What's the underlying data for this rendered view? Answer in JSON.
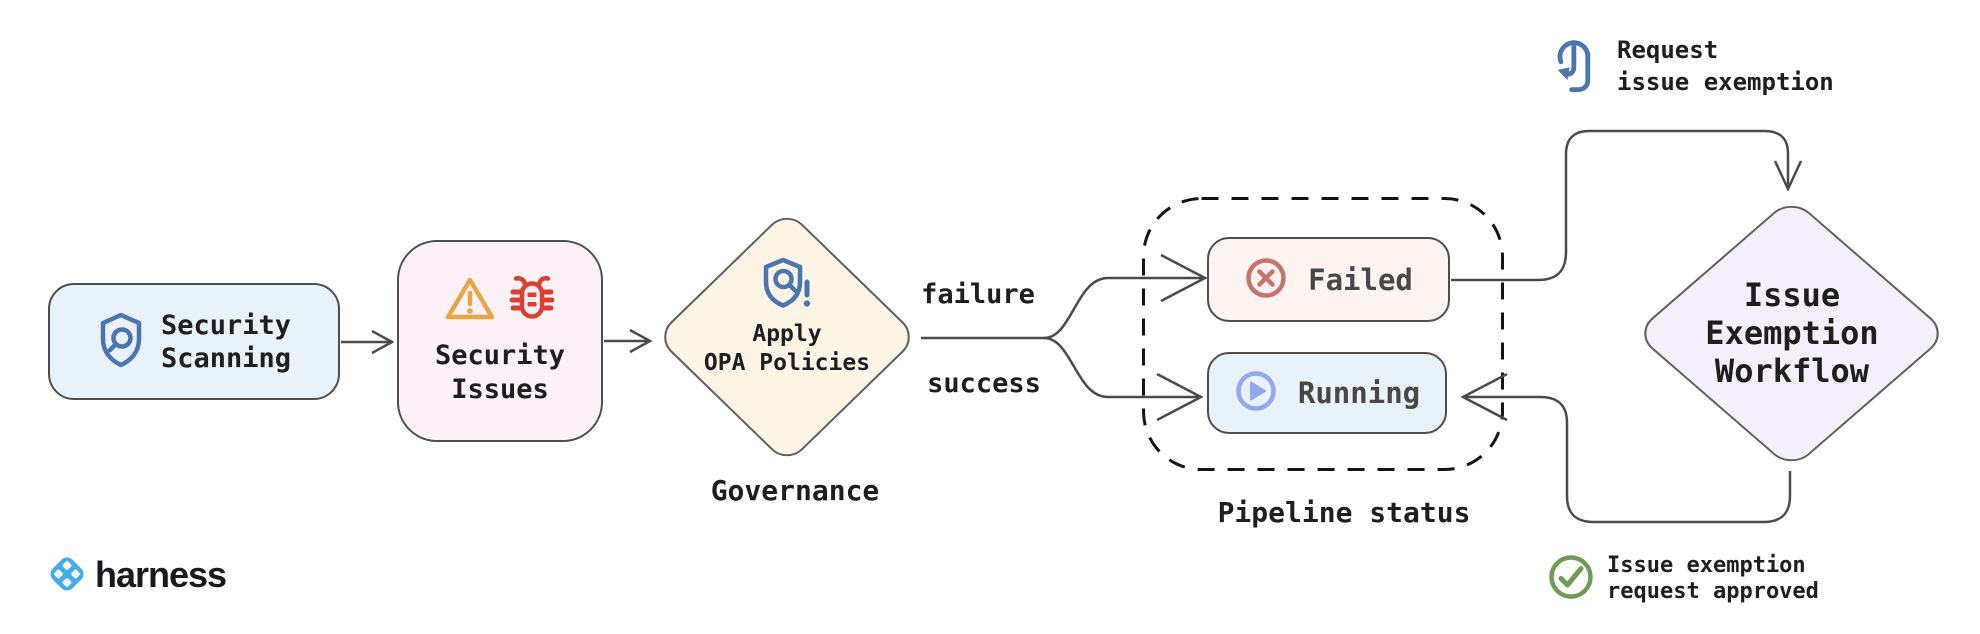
{
  "diagram": {
    "nodes": {
      "security_scanning": {
        "line1": "Security",
        "line2": "Scanning",
        "icon": "shield-search-icon",
        "bg": "#e9f2fb"
      },
      "security_issues": {
        "line1": "Security",
        "line2": "Issues",
        "icons": [
          "warning-triangle-icon",
          "bug-icon"
        ],
        "bg": "#fcf1f6"
      },
      "apply_opa_policies": {
        "line1": "Apply",
        "line2": "OPA Policies",
        "icon": "shield-scan-alert-icon",
        "shape": "diamond",
        "bg": "#fdf4e6"
      },
      "failed": {
        "label": "Failed",
        "icon": "circle-x-icon",
        "bg": "#fdf3f0"
      },
      "running": {
        "label": "Running",
        "icon": "circle-play-icon",
        "bg": "#e9f2fb"
      },
      "issue_exemption_workflow": {
        "line1": "Issue",
        "line2": "Exemption",
        "line3": "Workflow",
        "shape": "diamond",
        "bg": "#f3f0fc"
      }
    },
    "edge_labels": {
      "failure": "failure",
      "success": "success"
    },
    "captions": {
      "governance": "Governance",
      "pipeline_status": "Pipeline status"
    },
    "annotations": {
      "request_exemption": {
        "line1": "Request",
        "line2": "issue exemption",
        "icon": "tap-gesture-icon"
      },
      "exemption_approved": {
        "line1": "Issue exemption",
        "line2": "request approved",
        "icon": "check-circle-icon"
      }
    },
    "colors": {
      "edge": "#4a4a4a",
      "icon_blue": "#4c74ad",
      "warning_orange": "#e8a545",
      "bug_red": "#d9402f",
      "failed_red": "#c4736d",
      "running_blue": "#92a8ec",
      "approved_green": "#6f9b57",
      "brand_blue": "#41aee9"
    }
  },
  "footer": {
    "brand": "harness"
  }
}
